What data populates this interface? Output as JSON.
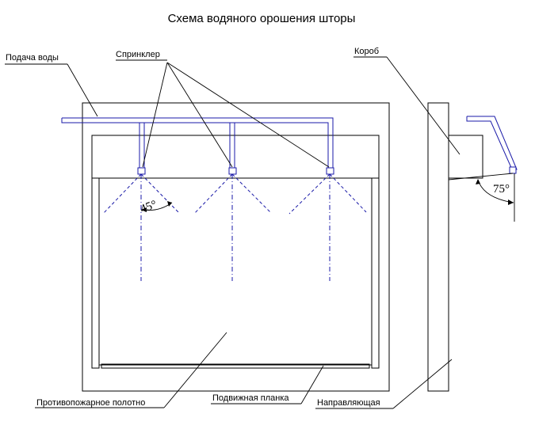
{
  "title": "Схема водяного орошения шторы",
  "labels": {
    "water_supply": "Подача воды",
    "sprinkler": "Спринклер",
    "box": "Короб",
    "fire_curtain": "Противопожарное полотно",
    "moving_bar": "Подвижная планка",
    "guide": "Направляющая"
  },
  "angles": {
    "spray_angle": "45°",
    "side_angle": "75°"
  }
}
